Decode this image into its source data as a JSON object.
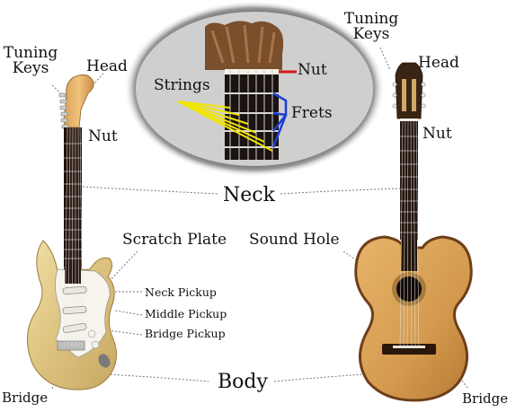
{
  "diagram": {
    "inset": {
      "strings_label": "Strings",
      "frets_label": "Frets",
      "nut_label": "Nut",
      "colors": {
        "strings_pointer": "#f2e600",
        "frets_pointer": "#1c3fd6",
        "nut_pointer": "#d11a1a"
      }
    },
    "electric_guitar": {
      "tuning_keys_line1": "Tuning",
      "tuning_keys_line2": "Keys",
      "head_label": "Head",
      "nut_label": "Nut",
      "scratch_plate_label": "Scratch Plate",
      "neck_pickup_label": "Neck Pickup",
      "middle_pickup_label": "Middle Pickup",
      "bridge_pickup_label": "Bridge Pickup",
      "bridge_label": "Bridge"
    },
    "acoustic_guitar": {
      "tuning_keys_line1": "Tuning",
      "tuning_keys_line2": "Keys",
      "head_label": "Head",
      "nut_label": "Nut",
      "sound_hole_label": "Sound Hole",
      "bridge_label": "Bridge"
    },
    "shared": {
      "neck_label": "Neck",
      "body_label": "Body"
    }
  }
}
